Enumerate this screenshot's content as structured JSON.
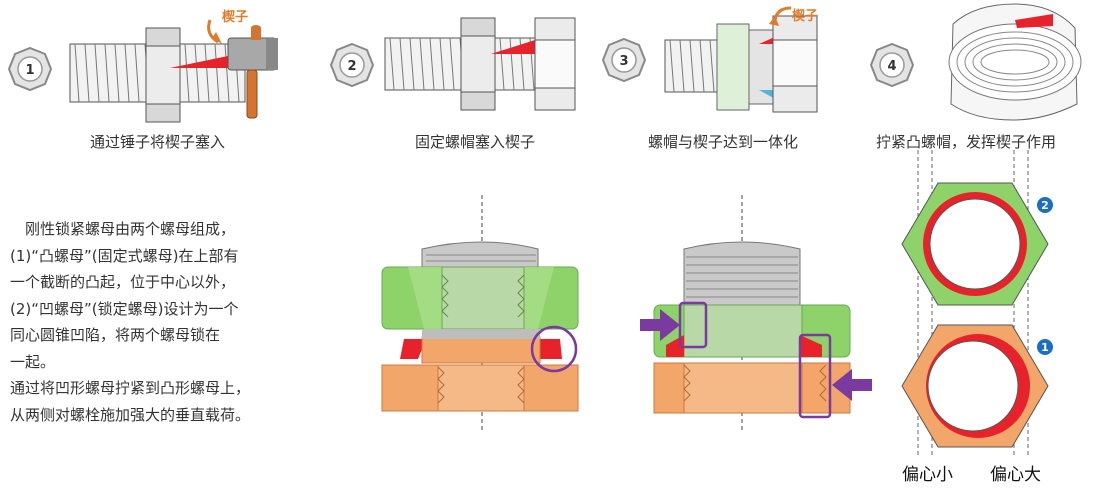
{
  "steps": [
    {
      "num": "1",
      "caption": "通过锤子将楔子塞入"
    },
    {
      "num": "2",
      "caption": "固定螺帽塞入楔子"
    },
    {
      "num": "3",
      "caption": "螺帽与楔子达到一体化"
    },
    {
      "num": "4",
      "caption": "拧紧凸螺帽，发挥楔子作用"
    }
  ],
  "wedge_label": "楔子",
  "description": [
    "　刚性锁紧螺母由两个螺母组成，",
    "(1)“凸螺母”(固定式螺母)在上部有",
    "一个截断的凸起，位于中心以外，",
    "(2)“凹螺母”(锁定螺母)设计为一个",
    "同心圆锥凹陷，将两个螺母锁在",
    "一起。",
    "通过将凹形螺母拧紧到凸形螺母上，",
    "从两侧对螺栓施加强大的垂直载荷。"
  ],
  "nut_badges": {
    "top": "2",
    "bottom": "1"
  },
  "eccentric_labels": {
    "small": "偏心小",
    "large": "偏心大"
  },
  "colors": {
    "wedge_red": "#e8222a",
    "green_nut": "#8ed36a",
    "orange_nut": "#f2a66a",
    "arrow_purple": "#7a3aa0",
    "badge_blue": "#1a6fc4",
    "wedge_text": "#e07b2a"
  }
}
